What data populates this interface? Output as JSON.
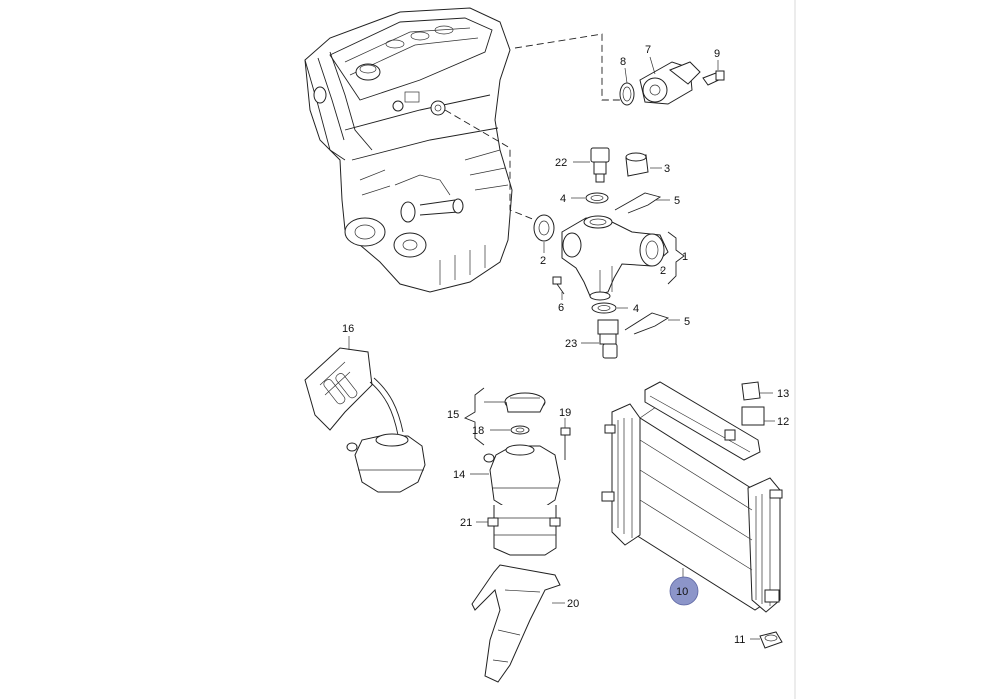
{
  "diagram": {
    "callouts": [
      {
        "id": "c-8",
        "text": "8"
      },
      {
        "id": "c-7",
        "text": "7"
      },
      {
        "id": "c-9",
        "text": "9"
      },
      {
        "id": "c-22",
        "text": "22"
      },
      {
        "id": "c-3",
        "text": "3"
      },
      {
        "id": "c-4a",
        "text": "4"
      },
      {
        "id": "c-5a",
        "text": "5"
      },
      {
        "id": "c-2a",
        "text": "2"
      },
      {
        "id": "c-2b",
        "text": "2"
      },
      {
        "id": "c-1",
        "text": "1"
      },
      {
        "id": "c-6",
        "text": "6"
      },
      {
        "id": "c-4b",
        "text": "4"
      },
      {
        "id": "c-5b",
        "text": "5"
      },
      {
        "id": "c-23",
        "text": "23"
      },
      {
        "id": "c-16",
        "text": "16"
      },
      {
        "id": "c-15",
        "text": "15"
      },
      {
        "id": "c-19",
        "text": "19"
      },
      {
        "id": "c-18",
        "text": "18"
      },
      {
        "id": "c-14",
        "text": "14"
      },
      {
        "id": "c-21",
        "text": "21"
      },
      {
        "id": "c-20",
        "text": "20"
      },
      {
        "id": "c-13",
        "text": "13"
      },
      {
        "id": "c-12",
        "text": "12"
      },
      {
        "id": "c-10",
        "text": "10"
      },
      {
        "id": "c-11",
        "text": "11"
      }
    ],
    "highlight": {
      "callout": "10",
      "color": "#8c95c9"
    },
    "line_color": "#222222"
  }
}
